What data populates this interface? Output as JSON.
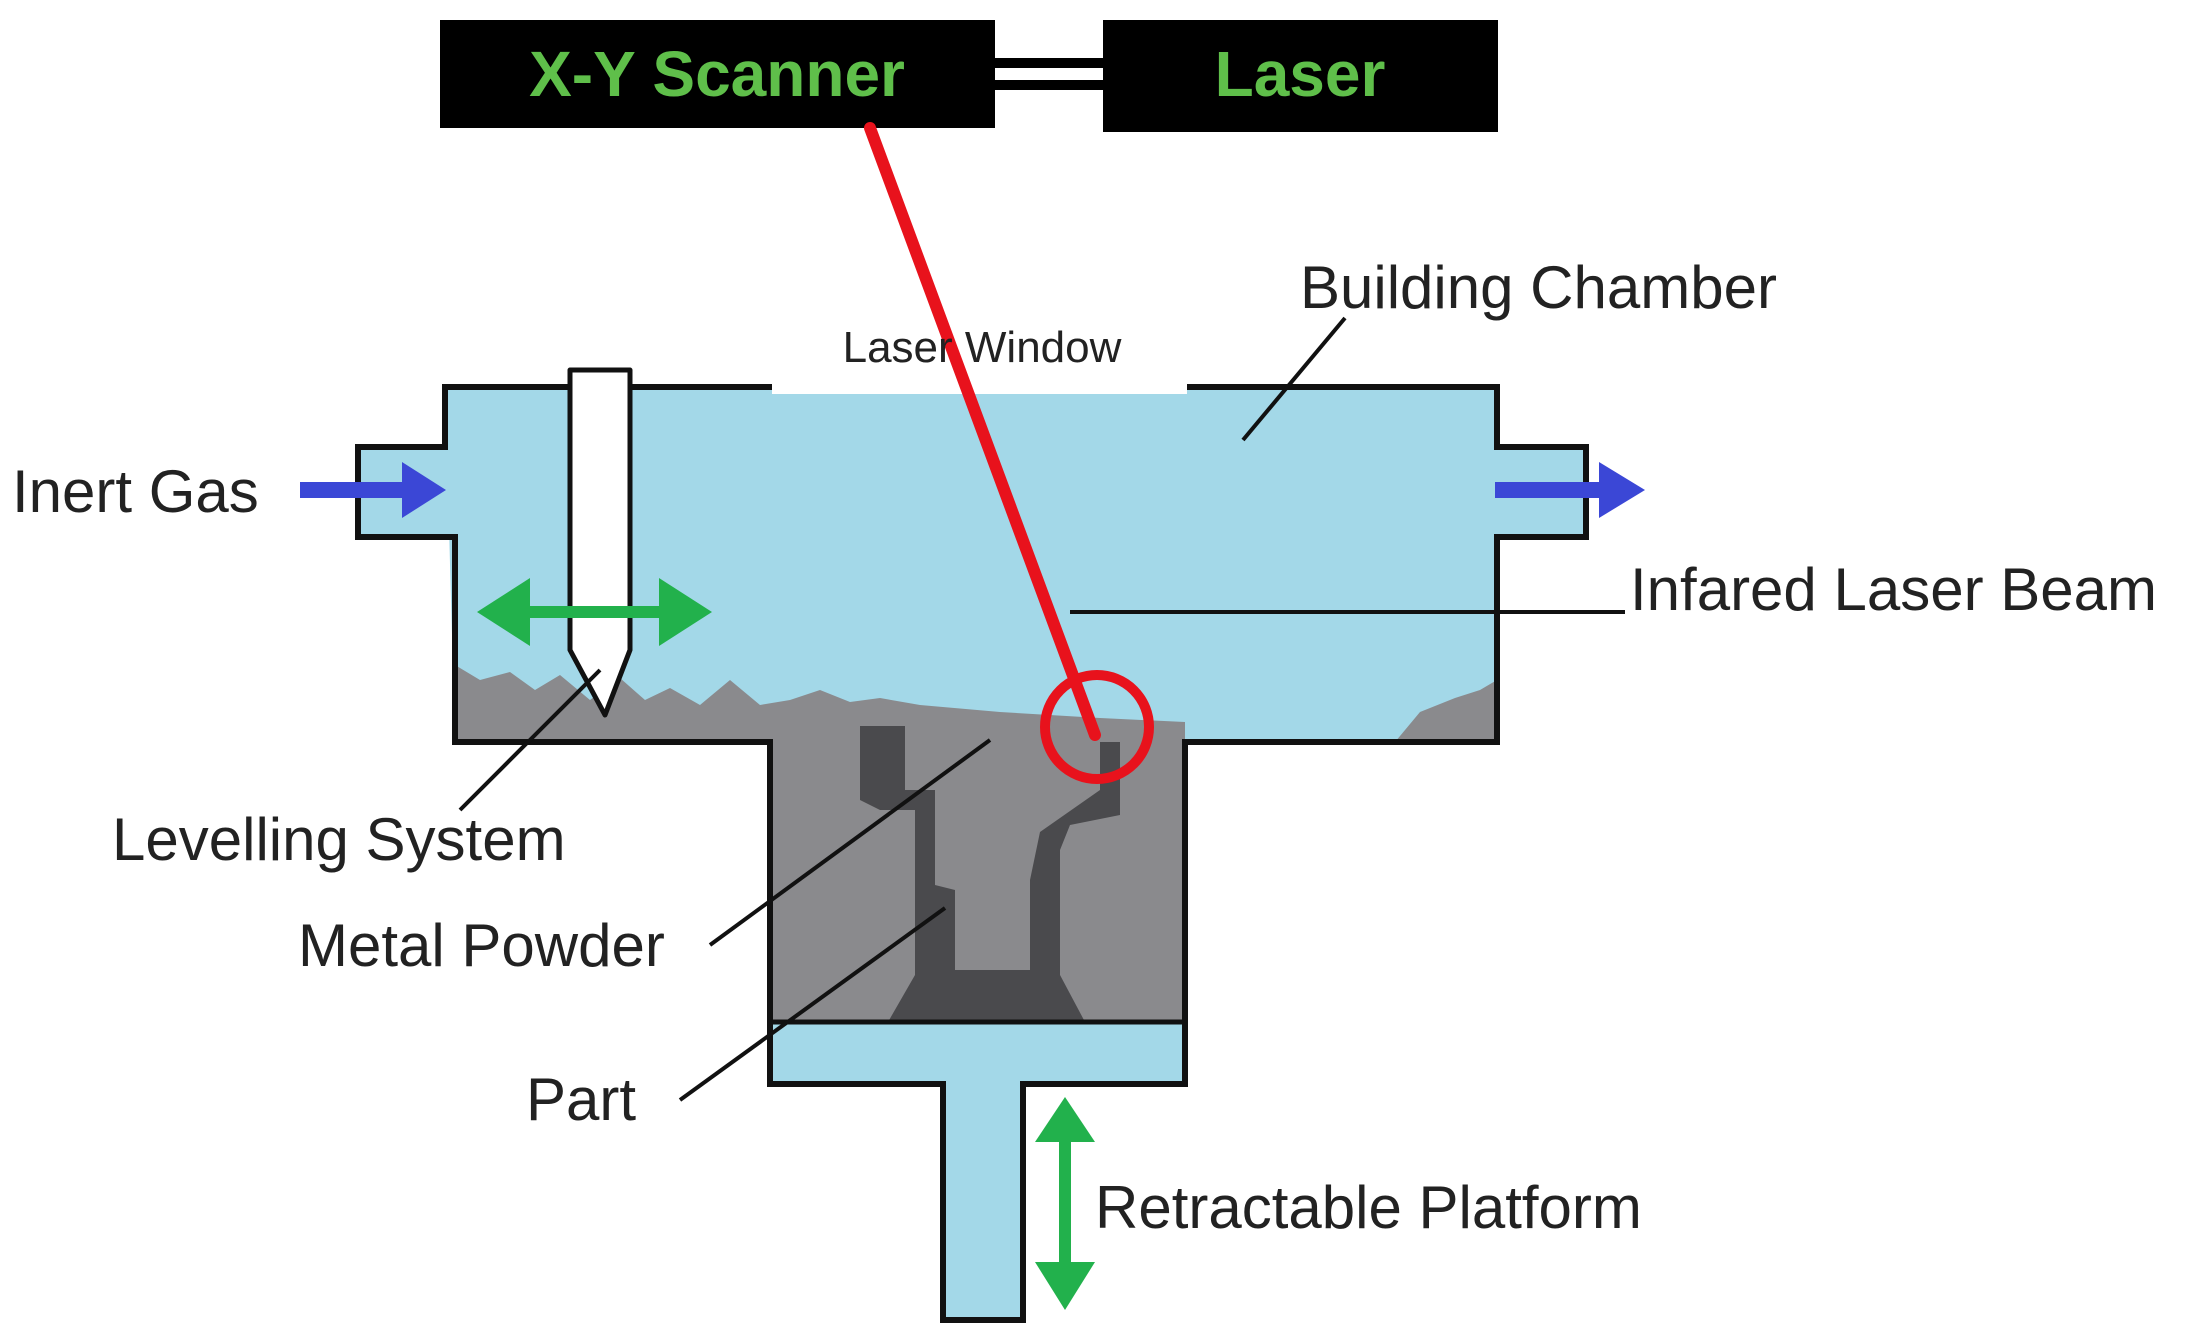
{
  "labels": {
    "xy_scanner": "X-Y Scanner",
    "laser": "Laser",
    "laser_window": "Laser Window",
    "building_chamber": "Building Chamber",
    "inert_gas": "Inert Gas",
    "infrared_laser_beam": "Infared Laser Beam",
    "levelling_system": "Levelling System",
    "metal_powder": "Metal Powder",
    "part": "Part",
    "retractable_platform": "Retractable Platform"
  },
  "colors": {
    "box_fill": "#000000",
    "box_text": "#5fbf4a",
    "chamber_gas": "#a3d8e8",
    "powder": "#8a8a8d",
    "part": "#4a4a4d",
    "outline": "#111111",
    "laser_beam": "#e8121c",
    "gas_arrow": "#3b47d6",
    "motion_arrow": "#22b14c"
  },
  "icons": {
    "gas_in": "arrow-right-icon",
    "gas_out": "arrow-right-icon",
    "levelling_motion": "double-arrow-horizontal-icon",
    "platform_motion": "double-arrow-vertical-icon"
  }
}
